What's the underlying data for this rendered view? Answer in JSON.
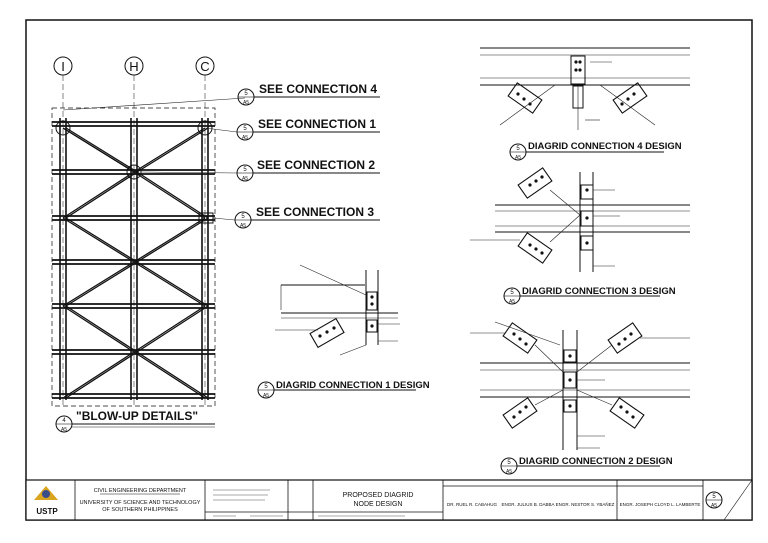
{
  "grid_labels": [
    "I",
    "H",
    "C"
  ],
  "connection_refs": [
    {
      "num": "5",
      "sheet": "A5",
      "label": "SEE CONNECTION 4"
    },
    {
      "num": "5",
      "sheet": "A5",
      "label": "SEE CONNECTION 1"
    },
    {
      "num": "5",
      "sheet": "A5",
      "label": "SEE CONNECTION 2"
    },
    {
      "num": "5",
      "sheet": "A5",
      "label": "SEE CONNECTION 3"
    }
  ],
  "blowup": {
    "num": "4",
    "sheet": "A5",
    "label": "\"BLOW-UP DETAILS\""
  },
  "details": [
    {
      "num": "5",
      "sheet": "A5",
      "label": "DIAGRID CONNECTION 4 DESIGN"
    },
    {
      "num": "5",
      "sheet": "A5",
      "label": "DIAGRID CONNECTION 3 DESIGN"
    },
    {
      "num": "5",
      "sheet": "A5",
      "label": "DIAGRID CONNECTION 1 DESIGN"
    },
    {
      "num": "5",
      "sheet": "A5",
      "label": "DIAGRID CONNECTION 2 DESIGN"
    }
  ],
  "title_block": {
    "logo": "USTP",
    "department": "CIVIL ENGINEERING DEPARTMENT",
    "university_line1": "UNIVERSITY OF SCIENCE AND TECHNOLOGY",
    "university_line2": "OF SOUTHERN PHILIPPINES",
    "project_title_line1": "PROPOSED DIAGRID",
    "project_title_line2": "NODE DESIGN",
    "engineers": [
      "DR. RUEL R. CABAHUG",
      "ENGR. JULIUS B. DABBA",
      "ENGR. NESTOR S. YBAÑEZ",
      "ENGR. JOSEPH CLOYD L. LAMBERTE"
    ],
    "sheet_num": "5",
    "sheet_total": "A5"
  }
}
